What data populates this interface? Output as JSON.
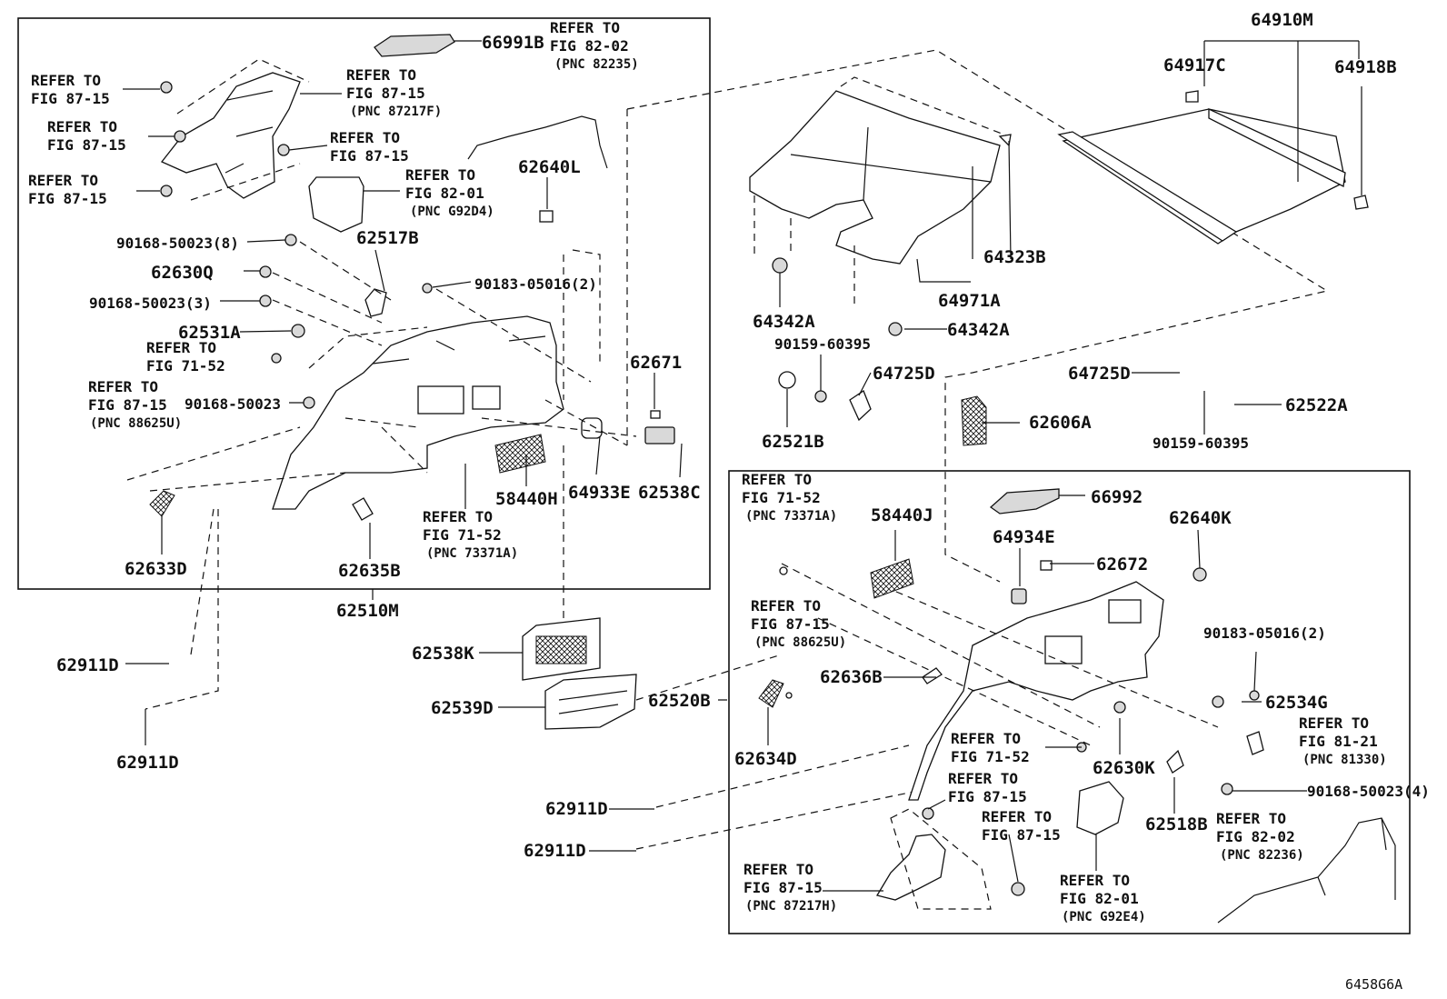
{
  "diagram_code": "6458G6A",
  "part_labels": {
    "p66991B": "66991B",
    "p62640L": "62640L",
    "p62517B": "62517B",
    "p90168_8": "90168-50023(8)",
    "p62630Q": "62630Q",
    "p90168_3": "90168-50023(3)",
    "p62531A": "62531A",
    "p90183_2a": "90183-05016(2)",
    "p90168_single": "90168-50023",
    "p62671": "62671",
    "p58440H": "58440H",
    "p64933E": "64933E",
    "p62538C": "62538C",
    "p62633D": "62633D",
    "p62635B": "62635B",
    "p62510M": "62510M",
    "p62911D_1": "62911D",
    "p62911D_2": "62911D",
    "p62911D_3": "62911D",
    "p62911D_4": "62911D",
    "p62538K": "62538K",
    "p62539D": "62539D",
    "p62520B": "62520B",
    "p62634D": "62634D",
    "p62636B": "62636B",
    "p64910M": "64910M",
    "p64917C": "64917C",
    "p64918B": "64918B",
    "p64323B": "64323B",
    "p64971A": "64971A",
    "p64342A_1": "64342A",
    "p64342A_2": "64342A",
    "p90159_a": "90159-60395",
    "p64725D_1": "64725D",
    "p64725D_2": "64725D",
    "p62521B": "62521B",
    "p62606A": "62606A",
    "p90159_b": "90159-60395",
    "p62522A": "62522A",
    "p66992": "66992",
    "p58440J": "58440J",
    "p64934E": "64934E",
    "p62672": "62672",
    "p62640K": "62640K",
    "p90183_2b": "90183-05016(2)",
    "p62534G": "62534G",
    "p62630K": "62630K",
    "p62518B": "62518B",
    "p90168_4": "90168-50023(4)"
  },
  "refer_notes": {
    "r1": {
      "l1": "REFER TO",
      "l2": "FIG 82-02",
      "l3": "(PNC 82235)"
    },
    "r2": {
      "l1": "REFER TO",
      "l2": "FIG 87-15"
    },
    "r3": {
      "l1": "REFER TO",
      "l2": "FIG 87-15",
      "l3": "(PNC 87217F)"
    },
    "r4": {
      "l1": "REFER TO",
      "l2": "FIG 87-15"
    },
    "r5": {
      "l1": "REFER TO",
      "l2": "FIG 87-15"
    },
    "r6": {
      "l1": "REFER TO",
      "l2": "FIG 87-15"
    },
    "r7": {
      "l1": "REFER TO",
      "l2": "FIG 82-01",
      "l3": "(PNC G92D4)"
    },
    "r8": {
      "l1": "REFER TO",
      "l2": "FIG 71-52"
    },
    "r9": {
      "l1": "REFER TO",
      "l2": "FIG 87-15",
      "l3": "(PNC 88625U)"
    },
    "r10": {
      "l1": "REFER TO",
      "l2": "FIG 71-52",
      "l3": "(PNC 73371A)"
    },
    "r11": {
      "l1": "REFER TO",
      "l2": "FIG 71-52",
      "l3": "(PNC 73371A)"
    },
    "r12": {
      "l1": "REFER TO",
      "l2": "FIG 87-15",
      "l3": "(PNC 88625U)"
    },
    "r13": {
      "l1": "REFER TO",
      "l2": "FIG 81-21",
      "l3": "(PNC 81330)"
    },
    "r14": {
      "l1": "REFER TO",
      "l2": "FIG 71-52"
    },
    "r15": {
      "l1": "REFER TO",
      "l2": "FIG 87-15"
    },
    "r16": {
      "l1": "REFER TO",
      "l2": "FIG 87-15"
    },
    "r17": {
      "l1": "REFER TO",
      "l2": "FIG 82-02",
      "l3": "(PNC 82236)"
    },
    "r18": {
      "l1": "REFER TO",
      "l2": "FIG 87-15",
      "l3": "(PNC 87217H)"
    },
    "r19": {
      "l1": "REFER TO",
      "l2": "FIG 82-01",
      "l3": "(PNC G92E4)"
    }
  }
}
